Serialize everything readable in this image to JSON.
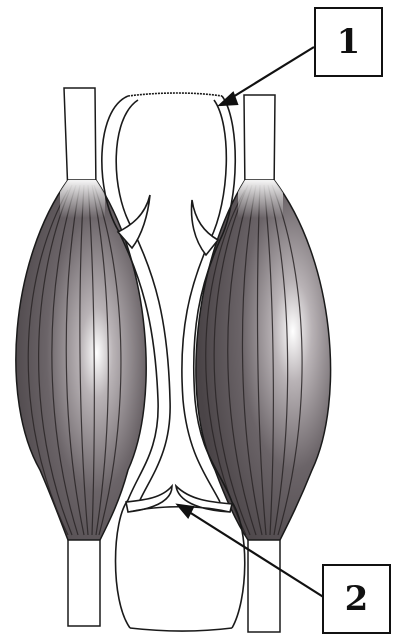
{
  "labels": [
    {
      "id": "1",
      "text": "1"
    },
    {
      "id": "2",
      "text": "2"
    }
  ],
  "colors": {
    "muscle_dark": "#5a5457",
    "muscle_mid": "#8a8387",
    "muscle_highlight": "#ffffff",
    "muscle_fiber": "#2a2526",
    "tendon": "#ffffff",
    "outline": "#1a1a1a",
    "vessel_wall": "#ffffff",
    "arrow": "#111111"
  }
}
